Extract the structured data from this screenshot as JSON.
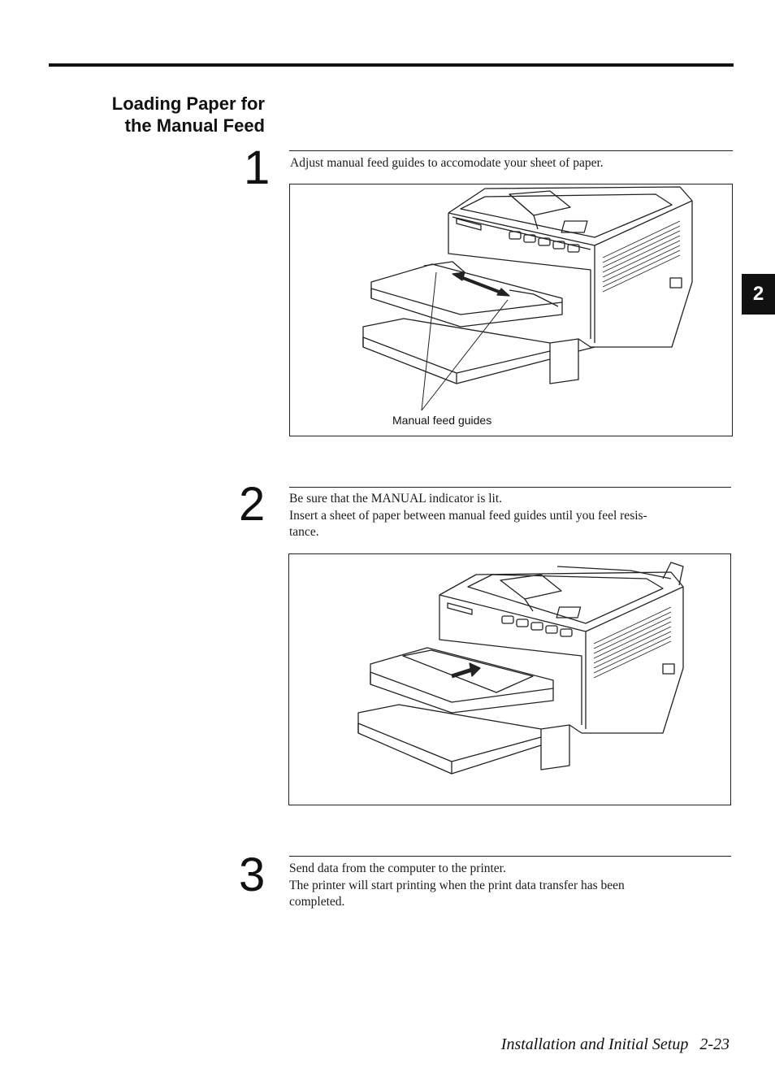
{
  "section_title": {
    "line1": "Loading Paper for",
    "line2": "the Manual Feed"
  },
  "chapter_tab": "2",
  "steps": [
    {
      "number": "1",
      "lines": [
        "Adjust manual feed guides to accomodate your sheet of paper."
      ],
      "figure_label": "Manual feed guides"
    },
    {
      "number": "2",
      "lines": [
        "Be sure that the MANUAL indicator is lit.",
        "Insert a sheet of paper between manual feed guides until you feel resis-",
        "tance."
      ]
    },
    {
      "number": "3",
      "lines": [
        "Send data from the computer to the printer.",
        "The printer will start printing when the print data transfer has been",
        "completed."
      ]
    }
  ],
  "footer": {
    "section": "Installation and Initial Setup",
    "page": "2-23"
  }
}
